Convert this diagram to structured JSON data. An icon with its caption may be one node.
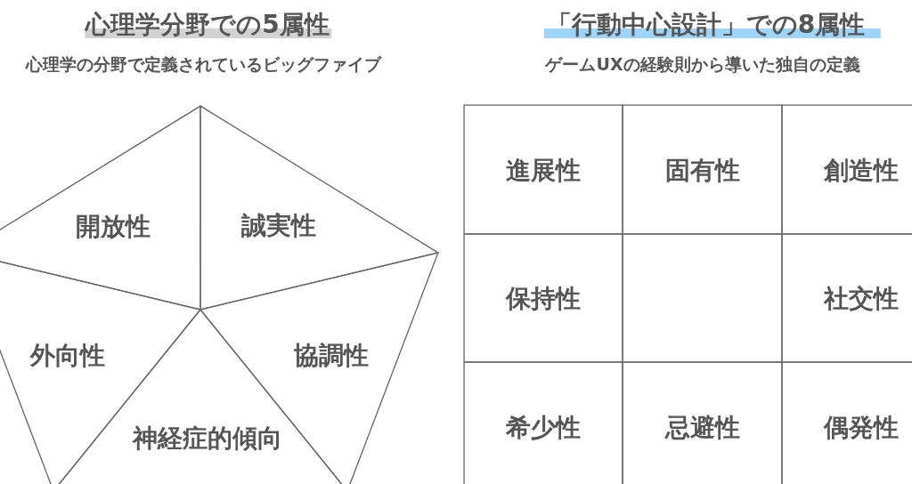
{
  "diagram": {
    "nodes": [
      {
        "text": [
          "開放性"
        ]
      },
      {
        "text": [
          "誠実性"
        ]
      },
      {
        "text": [
          "外向性"
        ]
      },
      {
        "text": [
          "協調性"
        ]
      },
      {
        "text": [
          "神経症的傾向"
        ]
      },
      {
        "text": [
          "進展性"
        ]
      },
      {
        "text": [
          "固有性"
        ]
      },
      {
        "text": [
          "創造性"
        ]
      },
      {
        "text": [
          "保持性"
        ]
      },
      {
        "text": [],
        "shape": "box"
      },
      {
        "text": [
          "社交性"
        ]
      },
      {
        "text": [
          "希少性"
        ]
      },
      {
        "text": [
          "忌避性"
        ]
      },
      {
        "text": [
          "偶発性"
        ]
      }
    ],
    "labels": [
      "心理学分野での5属性",
      "心理学の分野で定義されているビッグファイブ",
      "「行動中心設計」での8属性",
      "ゲームUXの経験則から導いた独自の定義"
    ]
  }
}
